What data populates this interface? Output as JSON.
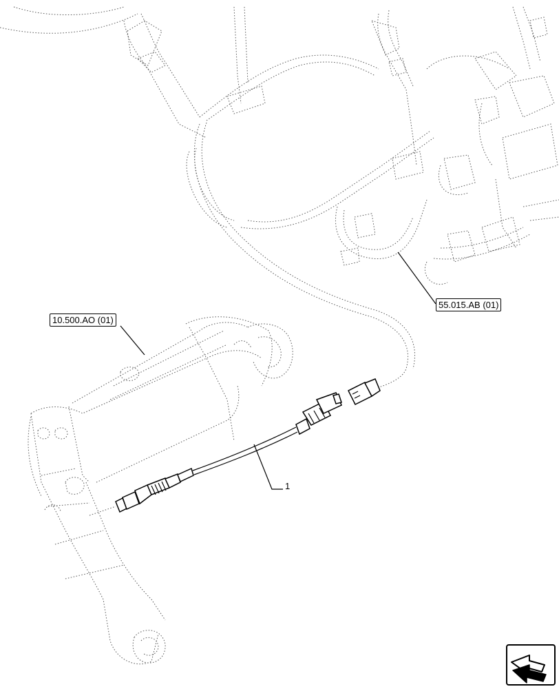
{
  "references": {
    "left_ref": "10.500.AO (01)",
    "right_ref": "55.015.AB (01)"
  },
  "callouts": {
    "item_1": "1"
  },
  "icons": {
    "nav": "next-page-arrow-icon"
  },
  "colors": {
    "line": "#000000",
    "background": "#ffffff"
  }
}
